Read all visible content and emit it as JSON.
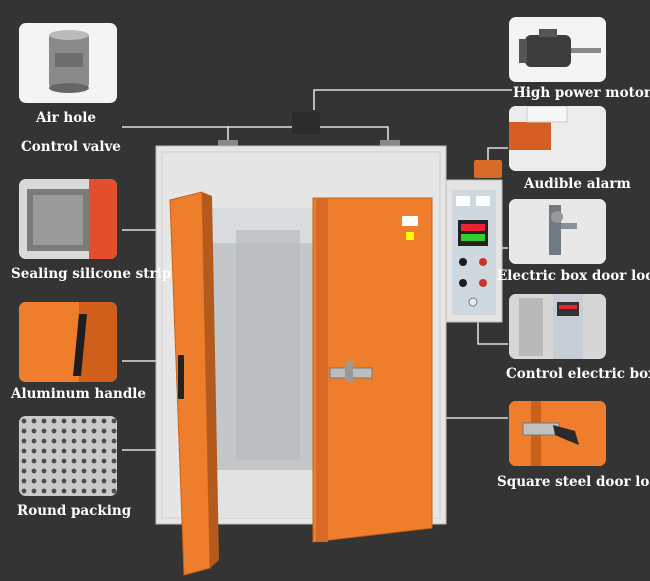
{
  "labels": {
    "air_hole": "Air hole",
    "control_valve": "Control valve",
    "sealing_strip": "Sealing silicone strip",
    "aluminum_handle": "Aluminum handle",
    "round_packing": "Round packing",
    "motor": "High power motor",
    "alarm": "Audible alarm",
    "door_lock_elec": "Electric box door lock",
    "control_box": "Control electric box",
    "steel_lock": "Square steel door lock"
  },
  "colors": {
    "background": "#343434",
    "orange": "#ee7d2c",
    "cabinet": "#e8e8e8",
    "leader_line": "#ffffff"
  }
}
